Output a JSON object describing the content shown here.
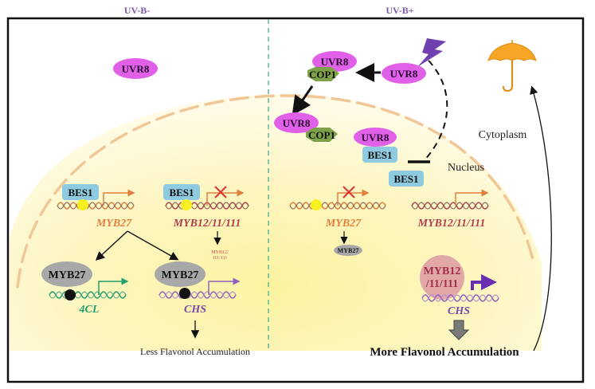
{
  "headers": {
    "left": "UV-B-",
    "right": "UV-B+"
  },
  "compartments": {
    "cytoplasm": "Cytoplasm",
    "nucleus": "Nucleus"
  },
  "left_panel": {
    "uvr8": "UVR8",
    "bes1_a": "BES1",
    "bes1_b": "BES1",
    "gene_myb27": "MYB27",
    "gene_myb12": "MYB12/11/111",
    "myb12_small_line1": "MYB12/",
    "myb12_small_line2": "111/111",
    "myb27_a": "MYB27",
    "myb27_b": "MYB27",
    "gene_4cl": "4CL",
    "gene_chs": "CHS",
    "outcome": "Less Flavonol Accumulation"
  },
  "right_panel": {
    "uvr8_free": "UVR8",
    "uvr8_cop1_top": "UVR8",
    "cop1_top": "COP1",
    "uvr8_nuc": "UVR8",
    "cop1_nuc": "COP1",
    "uvr8_bes1": "UVR8",
    "bes1_bound": "BES1",
    "bes1_free": "BES1",
    "gene_myb27": "MYB27",
    "myb27_protein": "MYB27",
    "gene_myb12": "MYB12/11/111",
    "myb12_protein_line1": "MYB12",
    "myb12_protein_line2": "/11/111",
    "gene_chs": "CHS",
    "outcome": "More Flavonol Accumulation"
  },
  "icons": {
    "uv_light": "lightning-bolt-icon",
    "protection": "umbrella-icon"
  },
  "colors": {
    "uvr8": "#e060e8",
    "cop1": "#7ea24a",
    "bes1": "#8ecae0",
    "myb27": "#a8a8a8",
    "myb12": "#e2a8a8",
    "nucleus": "#fdf6b8",
    "membrane": "#f0c898",
    "divider": "#5fb89a",
    "gene_orange": "#e08040",
    "gene_red": "#b04050",
    "gene_green": "#20a070",
    "gene_purple": "#8050b0"
  }
}
